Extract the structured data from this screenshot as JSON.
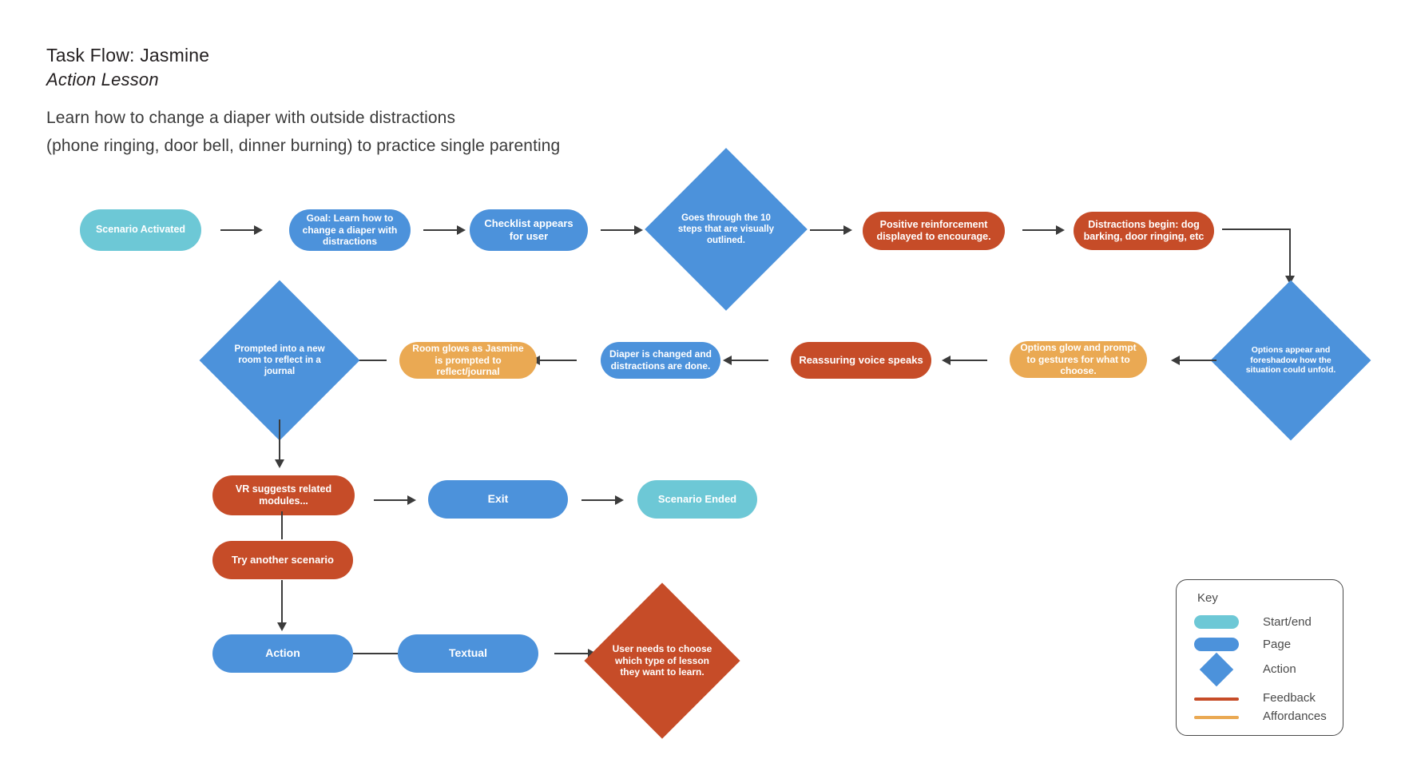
{
  "header": {
    "title": "Task Flow: Jasmine",
    "subtitle": "Action Lesson",
    "description_line_1": "Learn how to change a diaper with outside distractions",
    "description_line_2": "(phone ringing, door bell, dinner burning) to practice single parenting"
  },
  "colors": {
    "start_end": "#6DC8D6",
    "page": "#4C92DB",
    "action": "#4C92DB",
    "feedback": "#C64C28",
    "affordances": "#EAA953",
    "connector": "#3b3b3b",
    "text": "#231f20"
  },
  "nodes": {
    "scenario_activated": "Scenario Activated",
    "goal": "Goal: Learn how to change a diaper with distractions",
    "checklist": "Checklist appears for user",
    "ten_steps": "Goes through the 10 steps that are visually outlined.",
    "positive_reinforcement": "Positive reinforcement displayed to encourage.",
    "distractions_begin": "Distractions begin: dog barking, door ringing, etc",
    "options_foreshadow": "Options appear and foreshadow how the situation could unfold.",
    "options_glow": "Options glow and prompt to gestures for what to choose.",
    "reassuring_voice": "Reassuring voice speaks",
    "diaper_changed": "Diaper is changed and distractions are done.",
    "room_glows": "Room glows as Jasmine is prompted to reflect/journal",
    "prompted_journal": "Prompted into a new room to reflect in a journal",
    "vr_suggests": "VR suggests related modules...",
    "exit": "Exit",
    "scenario_ended": "Scenario Ended",
    "try_another": "Try another scenario",
    "action": "Action",
    "textual": "Textual",
    "user_chooses": "User needs to choose which type of lesson they want to learn."
  },
  "key": {
    "title": "Key",
    "items": [
      {
        "label": "Start/end",
        "shape": "pill",
        "color": "#6DC8D6"
      },
      {
        "label": "Page",
        "shape": "pill",
        "color": "#4C92DB"
      },
      {
        "label": "Action",
        "shape": "diamond",
        "color": "#4C92DB"
      },
      {
        "label": "Feedback",
        "shape": "line",
        "color": "#C64C28"
      },
      {
        "label": "Affordances",
        "shape": "line",
        "color": "#EAA953"
      }
    ]
  }
}
